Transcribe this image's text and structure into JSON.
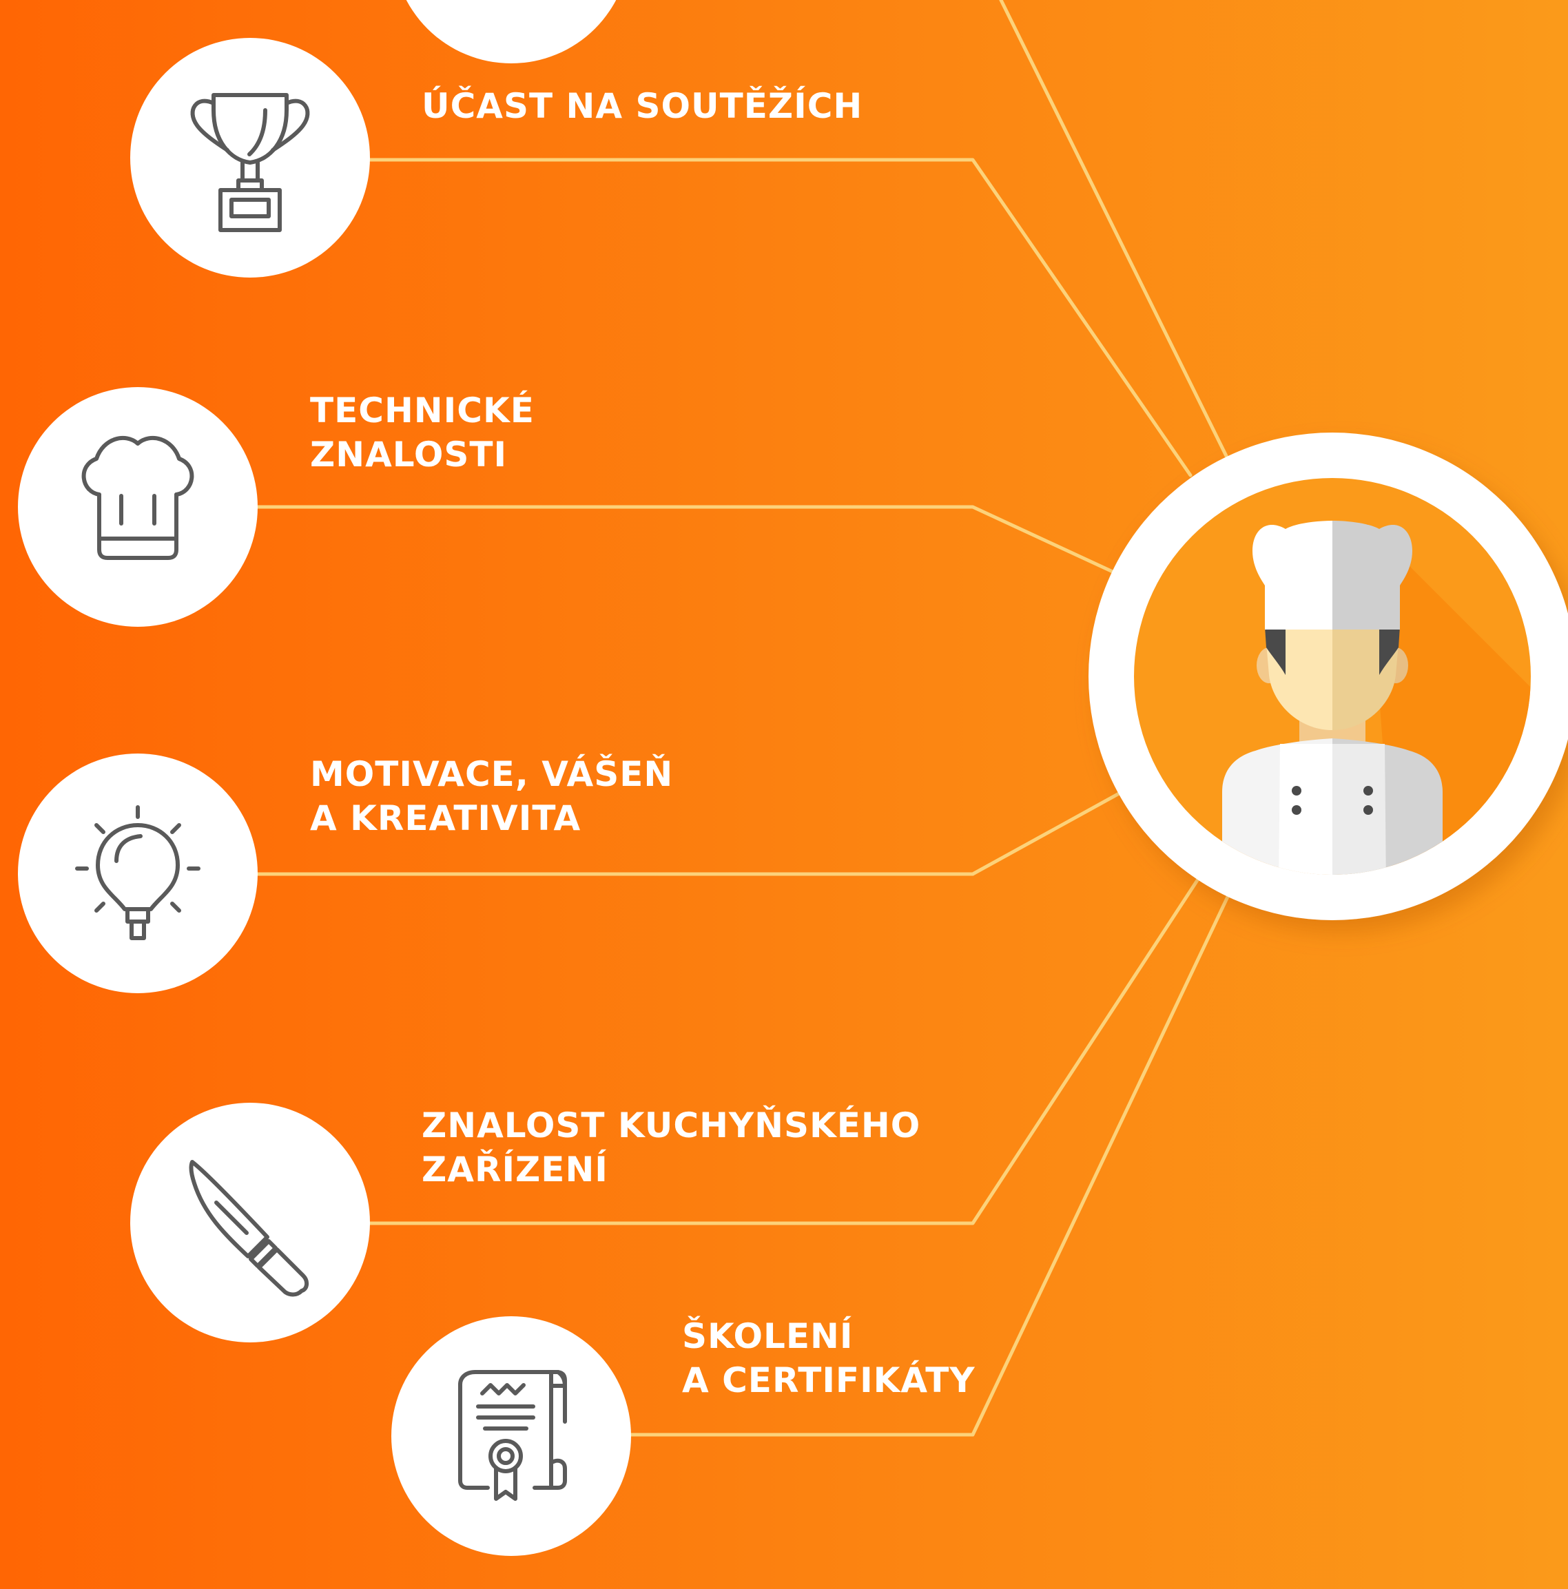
{
  "colors": {
    "background_start": "#ff6604",
    "background_end": "#fb9a1a",
    "connector": "#fcd27a",
    "circle": "#ffffff",
    "icon_stroke": "#5a5a5a",
    "label_text": "#ffffff"
  },
  "center": {
    "icon": "chef-avatar-icon"
  },
  "skills": [
    {
      "id": "competitions",
      "icon": "trophy-icon",
      "lines": [
        "ÚČAST NA SOUTĚŽÍCH"
      ]
    },
    {
      "id": "technical-knowledge",
      "icon": "chef-hat-icon",
      "lines": [
        "TECHNICKÉ",
        "ZNALOSTI"
      ]
    },
    {
      "id": "motivation",
      "icon": "lightbulb-icon",
      "lines": [
        "MOTIVACE, VÁŠEŇ",
        "A KREATIVITA"
      ]
    },
    {
      "id": "kitchen-equipment",
      "icon": "knife-icon",
      "lines": [
        "ZNALOST KUCHYŇSKÉHO",
        "ZAŘÍZENÍ"
      ]
    },
    {
      "id": "training",
      "icon": "certificate-icon",
      "lines": [
        "ŠKOLENÍ",
        "A CERTIFIKÁTY"
      ]
    }
  ]
}
